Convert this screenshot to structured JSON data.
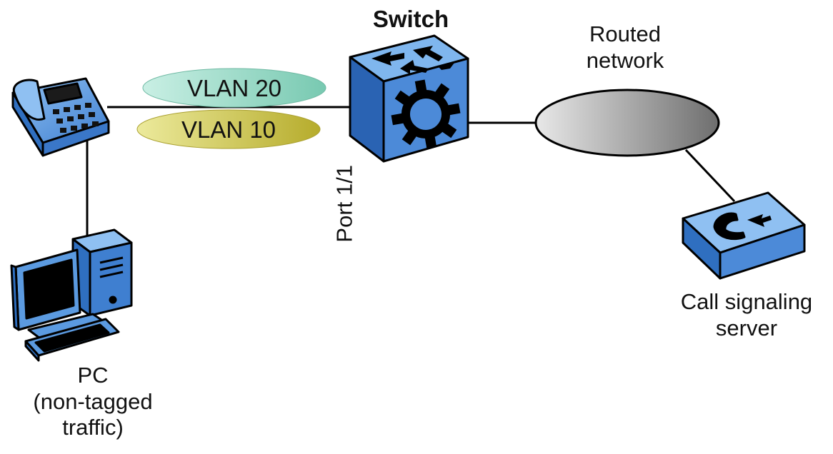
{
  "labels": {
    "switch": "Switch",
    "routed_network": [
      "Routed",
      "network"
    ],
    "port": "Port 1/1",
    "call_server": [
      "Call signaling",
      "server"
    ],
    "pc": [
      "PC",
      "(non-tagged",
      "traffic)"
    ]
  },
  "vlans": [
    {
      "label": "VLAN 20",
      "color": "#a6e0cf"
    },
    {
      "label": "VLAN 10",
      "color": "#d8d25a"
    }
  ],
  "colors": {
    "device_blue": "#5b9ae0",
    "device_blue_dark": "#2f6fc0",
    "cloud_gray": "#9a9a9a",
    "line": "#000000"
  },
  "icons": {
    "phone": "ip-phone-icon",
    "pc": "desktop-pc-icon",
    "switch": "switch-cube-icon",
    "cloud": "routed-network-cloud-icon",
    "server": "call-server-icon"
  }
}
